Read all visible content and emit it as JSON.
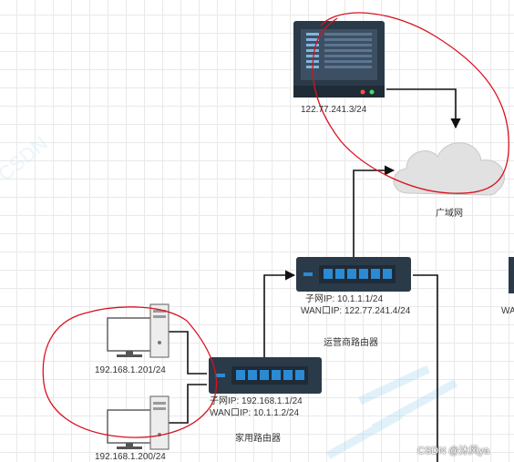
{
  "colors": {
    "device_dark": "#2b3a48",
    "port_blue": "#2a8ad4",
    "annotation_red": "#d9121f",
    "line_black": "#111111",
    "cloud_fill": "#e1e1e1"
  },
  "nodes": {
    "server": {
      "ip": "122.77.241.3/24"
    },
    "internet": {
      "label": "广域网"
    },
    "isp_router": {
      "subnet_ip": "子网IP:  10.1.1.1/24",
      "wan_ip": "WAN口IP:  122.77.241.4/24",
      "label": "运营商路由器"
    },
    "home_router": {
      "subnet_ip": "子网IP:  192.168.1.1/24",
      "wan_ip": "WAN口IP:  10.1.1.2/24",
      "label": "家用路由器"
    },
    "pc1": {
      "ip": "192.168.1.201/24"
    },
    "pc2": {
      "ip": "192.168.1.200/24"
    },
    "edge_fragment": {
      "text": "WA"
    }
  },
  "watermark": {
    "text": "CSDN @沐风ya"
  },
  "icons": [
    "server-icon",
    "cloud-icon",
    "router-icon",
    "desktop-computer-icon"
  ]
}
